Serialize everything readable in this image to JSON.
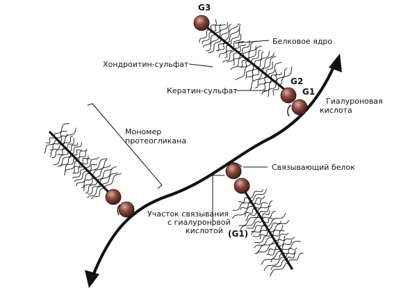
{
  "labels": {
    "g3": "G3",
    "g2": "G2",
    "g1": "G1",
    "g1_lower": "(G1)",
    "core_protein": "Белковое ядро",
    "chondroitin_sulfate": "Хондроитин-сульфат",
    "keratan_sulfate": "Кератин-сульфат",
    "hyaluronic_acid_line1": "Гиалуроновая",
    "hyaluronic_acid_line2": "кислота",
    "monomer_line1": "Мономер",
    "monomer_line2": "протеогликана",
    "link_protein": "Связывающий белок",
    "binding_site_line1": "Участок связывания",
    "binding_site_line2": "с гиалуроновой",
    "binding_site_line3": "кислотой"
  },
  "colors": {
    "ink": "#111111",
    "globule": "#8a4a3e",
    "globule_shade": "#3e1a14",
    "globule_highlight": "#d9b0a4"
  }
}
